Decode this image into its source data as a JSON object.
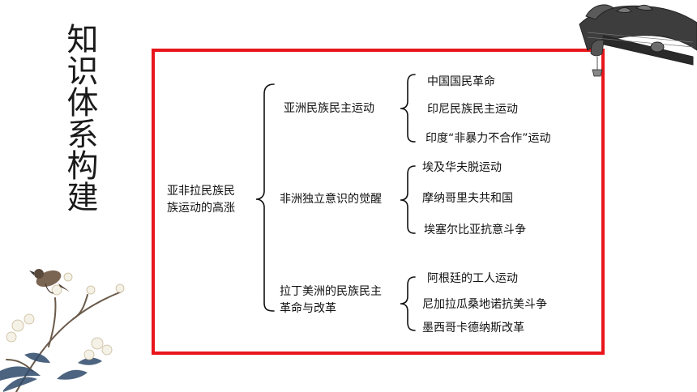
{
  "page": {
    "title": "知识体系构建"
  },
  "diagram": {
    "root": "亚非拉民族民族运动的高涨",
    "root_lines": [
      "亚非拉民族民",
      "族运动的高涨"
    ],
    "branches": [
      {
        "label": "亚洲民族民主运动",
        "children": [
          "中国国民革命",
          "印尼民族民主运动",
          "印度“非暴力不合作”运动"
        ]
      },
      {
        "label": "非洲独立意识的觉醒",
        "children": [
          "埃及华夫脱运动",
          "摩纳哥里夫共和国",
          "埃塞尔比亚抗意斗争"
        ]
      },
      {
        "label_lines": [
          "拉丁美洲的民族民主",
          "革命与改革"
        ],
        "children": [
          "阿根廷的工人运动",
          "尼加拉瓜桑地诺抗美斗争",
          "墨西哥卡德纳斯改革"
        ]
      }
    ]
  },
  "colors": {
    "frame": "#e8161b",
    "ink": "#111111"
  },
  "decorations": {
    "top_right": "dragon-eave-icon",
    "bottom_left": "plum-blossom-bird-icon"
  }
}
